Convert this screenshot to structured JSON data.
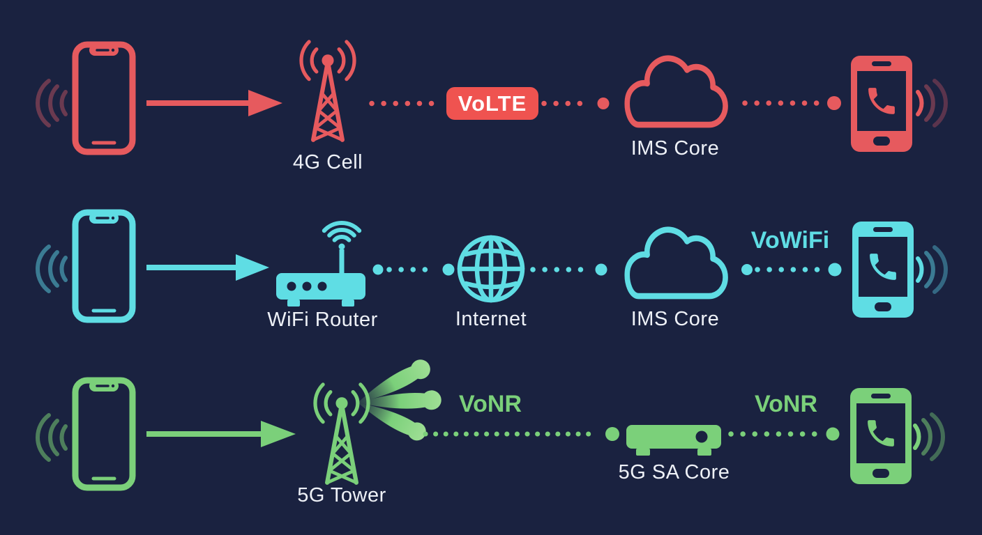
{
  "colors": {
    "background": "#1a2240",
    "red": "#e65a5e",
    "red_badge": "#ef5350",
    "red_dim": "#6b3a50",
    "cyan": "#5fdde4",
    "cyan_dim": "#3b7b93",
    "green": "#7bd07a",
    "green_dim": "#4e7f5c",
    "green_beam_tip": "#9fdf95",
    "label_text": "#eef1f7"
  },
  "icons": [
    "smartphone-icon",
    "signal-waves-icon",
    "arrow-right-icon",
    "cell-tower-icon",
    "radio-beam-icon",
    "wifi-router-icon",
    "globe-icon",
    "cloud-icon",
    "server-icon",
    "phone-call-icon",
    "dotted-link"
  ],
  "rows": {
    "volte": {
      "access_label": "4G Cell",
      "badge_label": "VoLTE",
      "core_label": "IMS Core"
    },
    "vowifi": {
      "access_label": "WiFi Router",
      "internet_label": "Internet",
      "core_label": "IMS Core",
      "tech_label": "VoWiFi"
    },
    "vonr": {
      "access_label": "5G Tower",
      "tech_label_left": "VoNR",
      "core_label": "5G SA Core",
      "tech_label_right": "VoNR"
    }
  }
}
